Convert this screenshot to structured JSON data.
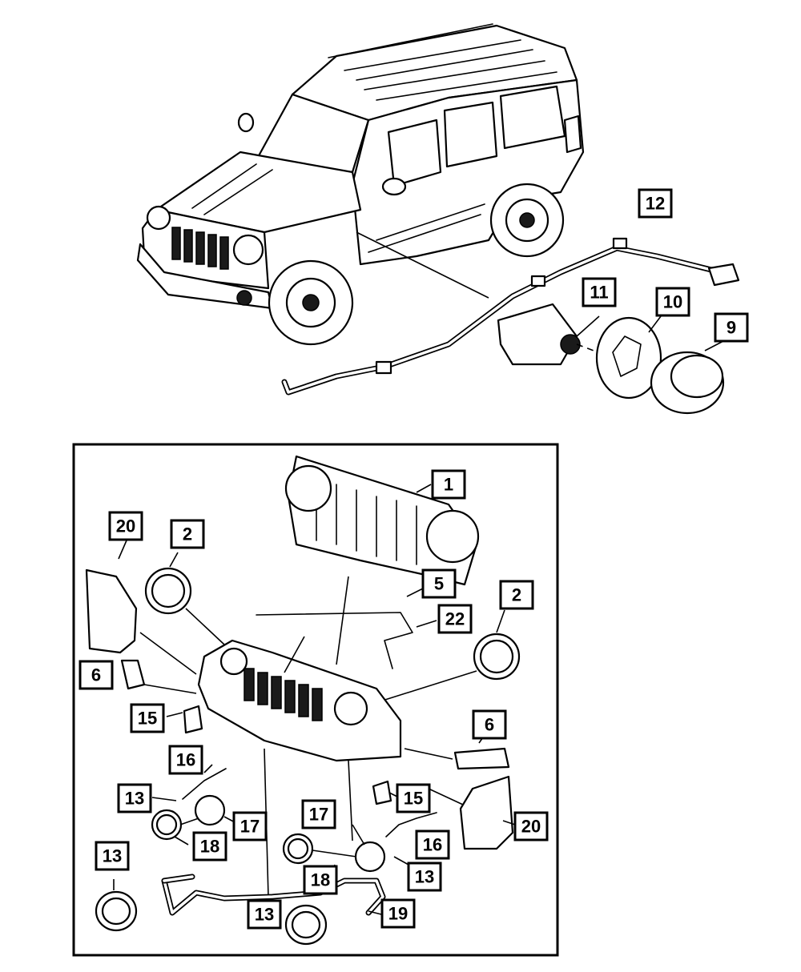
{
  "callouts": {
    "c12": "12",
    "c11": "11",
    "c10": "10",
    "c9": "9",
    "c1": "1",
    "c20a": "20",
    "c2a": "2",
    "c5": "5",
    "c2b": "2",
    "c22": "22",
    "c6a": "6",
    "c15a": "15",
    "c6b": "6",
    "c16a": "16",
    "c13a": "13",
    "c15b": "15",
    "c17a": "17",
    "c20b": "20",
    "c18a": "18",
    "c17b": "17",
    "c16b": "16",
    "c13b": "13",
    "c13c": "13",
    "c18b": "18",
    "c13d": "13",
    "c19": "19"
  },
  "colors": {
    "line": "#000000",
    "background": "#ffffff"
  }
}
